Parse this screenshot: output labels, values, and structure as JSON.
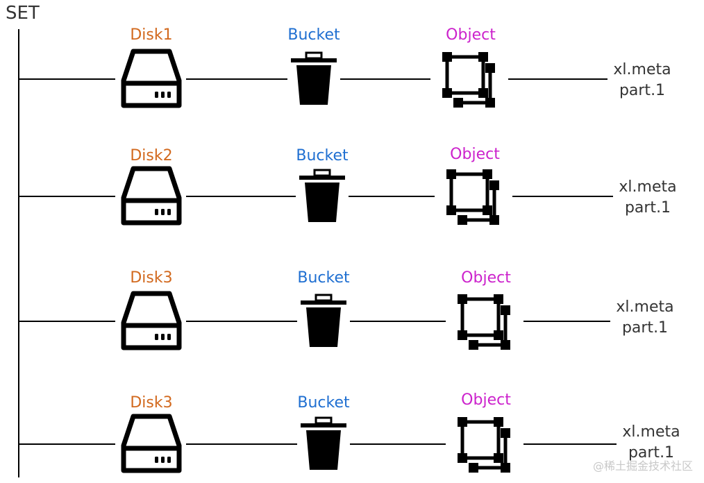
{
  "title": "SET",
  "colors": {
    "disk": "#d2691e",
    "bucket": "#1f6fd1",
    "object": "#cc22cc",
    "text": "#333333",
    "line": "#000000"
  },
  "icons": {
    "disk": "hard-drive-icon",
    "bucket": "trash-bucket-icon",
    "object": "object-squares-icon"
  },
  "rows": [
    {
      "disk": "Disk1",
      "bucket": "Bucket",
      "object": "Object",
      "file1": "xl.meta",
      "file2": "part.1"
    },
    {
      "disk": "Disk2",
      "bucket": "Bucket",
      "object": "Object",
      "file1": "xl.meta",
      "file2": "part.1"
    },
    {
      "disk": "Disk3",
      "bucket": "Bucket",
      "object": "Object",
      "file1": "xl.meta",
      "file2": "part.1"
    },
    {
      "disk": "Disk3",
      "bucket": "Bucket",
      "object": "Object",
      "file1": "xl.meta",
      "file2": "part.1"
    }
  ],
  "watermark": "@稀土掘金技术社区"
}
